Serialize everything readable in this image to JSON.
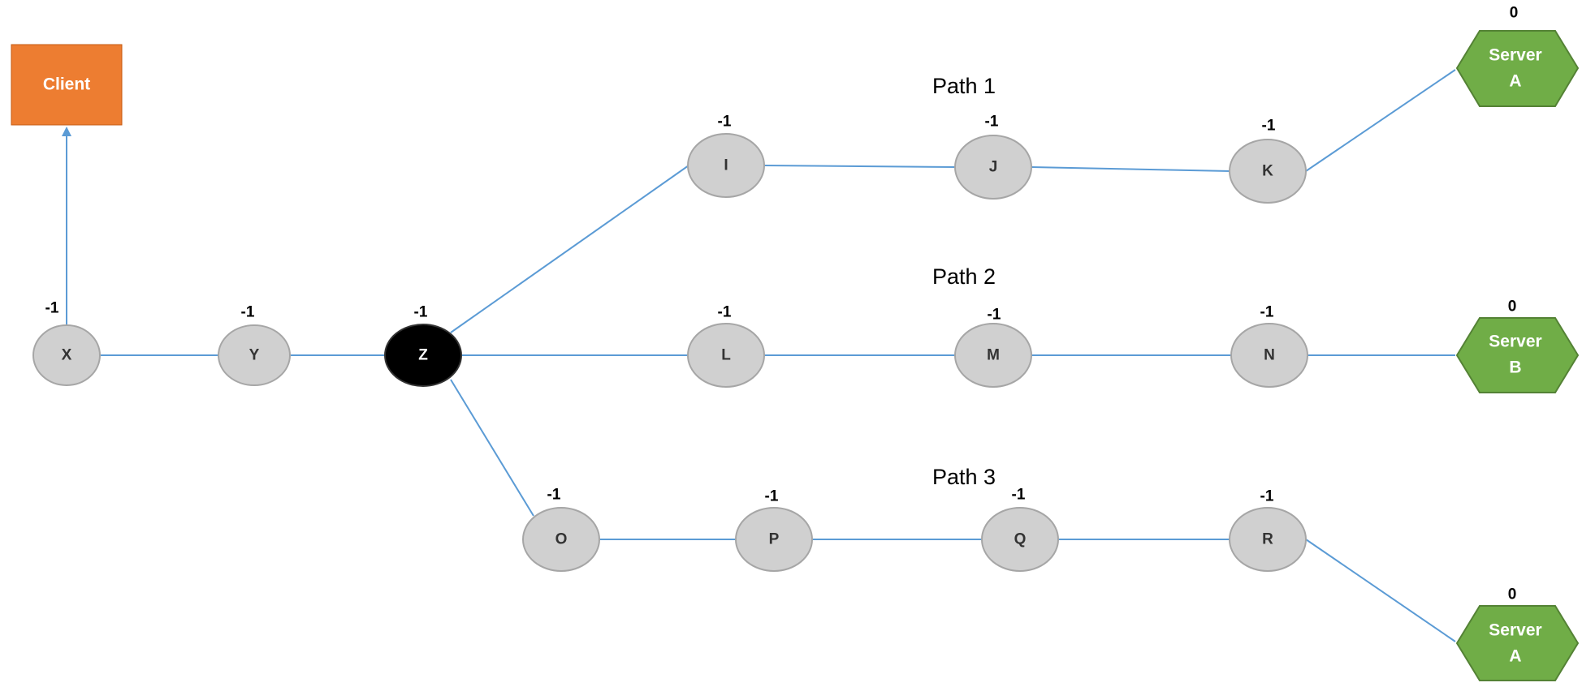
{
  "client": {
    "label": "Client"
  },
  "nodes": [
    {
      "id": "X",
      "label": "X",
      "value": "-1"
    },
    {
      "id": "Y",
      "label": "Y",
      "value": "-1"
    },
    {
      "id": "Z",
      "label": "Z",
      "value": "-1"
    },
    {
      "id": "I",
      "label": "I",
      "value": "-1"
    },
    {
      "id": "J",
      "label": "J",
      "value": "-1"
    },
    {
      "id": "K",
      "label": "K",
      "value": "-1"
    },
    {
      "id": "L",
      "label": "L",
      "value": "-1"
    },
    {
      "id": "M",
      "label": "M",
      "value": "-1"
    },
    {
      "id": "N",
      "label": "N",
      "value": "-1"
    },
    {
      "id": "O",
      "label": "O",
      "value": "-1"
    },
    {
      "id": "P",
      "label": "P",
      "value": "-1"
    },
    {
      "id": "Q",
      "label": "Q",
      "value": "-1"
    },
    {
      "id": "R",
      "label": "R",
      "value": "-1"
    }
  ],
  "servers": [
    {
      "id": "server-a-top",
      "line1": "Server",
      "line2": "A",
      "value": "0"
    },
    {
      "id": "server-b",
      "line1": "Server",
      "line2": "B",
      "value": "0"
    },
    {
      "id": "server-a-bottom",
      "line1": "Server",
      "line2": "A",
      "value": "0"
    }
  ],
  "paths": [
    {
      "label": "Path 1"
    },
    {
      "label": "Path 2"
    },
    {
      "label": "Path 3"
    }
  ],
  "colors": {
    "edge": "#5b9bd5",
    "node": "#d0d0d0",
    "active_node": "#000000",
    "server": "#70ad47",
    "client": "#ed7d31"
  }
}
